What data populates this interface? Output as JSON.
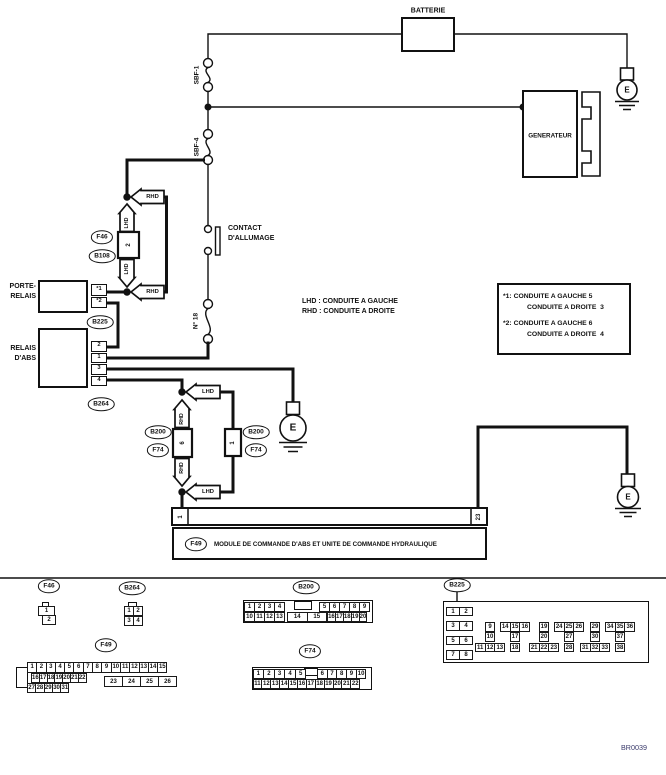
{
  "diagram": {
    "battery_label": "BATTERIE",
    "generator_label": "GENERATEUR",
    "contact_label_1": "CONTACT",
    "contact_label_2": "D'ALLUMAGE",
    "sbf1": "SBF-1",
    "sbf4": "SBF-4",
    "n18": "N° 18",
    "legend_line1": "LHD : CONDUITE A GAUCHE",
    "legend_line2": "RHD : CONDUITE A DROITE",
    "note_line1": "*1: CONDUITE A GAUCHE 5",
    "note_line2": "CONDUITE A DROITE  3",
    "note_line3": "*2: CONDUITE A GAUCHE 6",
    "note_line4": "CONDUITE A DROITE  4",
    "porte_relais_1": "PORTE-",
    "porte_relais_2": "RELAIS",
    "relais_abs_1": "RELAIS",
    "relais_abs_2": "D'ABS",
    "porte_terminals": [
      "*1",
      "*2"
    ],
    "relay_terminals": [
      "2",
      "1",
      "3",
      "4"
    ],
    "fuse2": "2",
    "fuse6": "6",
    "fuse1": "1",
    "module_pin_left": "1",
    "module_pin_right": "23",
    "module_label": "MODULE DE COMMANDE D'ABS ET UNITE DE COMMANDE HYDRAULIQUE",
    "arrows": {
      "rhd": "RHD",
      "lhd": "LHD"
    },
    "ovals": {
      "f46": "F46",
      "b108": "B108",
      "b225": "B225",
      "b264": "B264",
      "b200": "B200",
      "f74": "F74",
      "f49": "F49"
    },
    "ground_e": "E",
    "code": "BR0039",
    "code_color": "#3a3a6b"
  },
  "connectors": {
    "f46": {
      "label": "F46",
      "row1": [
        "1"
      ],
      "row2": [
        "2"
      ]
    },
    "b264": {
      "label": "B264",
      "row1": [
        "1",
        "2"
      ],
      "row2": [
        "3",
        "4"
      ]
    },
    "b200": {
      "label": "B200",
      "top_left": [
        "1",
        "2",
        "3",
        "4"
      ],
      "top_right": [
        "5",
        "6",
        "7",
        "8",
        "9"
      ],
      "bottom_left": [
        "10",
        "11",
        "12",
        "13"
      ],
      "bottom_mid": [
        "14",
        "15"
      ],
      "bottom_right": [
        "16",
        "17",
        "18",
        "19",
        "20"
      ]
    },
    "b225": {
      "label": "B225",
      "pairs": [
        [
          "1",
          "2"
        ],
        [
          "3",
          "4"
        ],
        [
          "5",
          "6"
        ],
        [
          "7",
          "8"
        ]
      ],
      "groups": [
        {
          "top": [
            "9"
          ],
          "mid": [
            "10"
          ],
          "bot": [
            "11",
            "12",
            "13"
          ]
        },
        {
          "top": [
            "14",
            "15",
            "16"
          ],
          "mid": [
            "17"
          ],
          "bot": [
            "18"
          ]
        },
        {
          "top": [
            "19"
          ],
          "mid": [
            "20"
          ],
          "bot": [
            "21",
            "22",
            "23"
          ]
        },
        {
          "top": [
            "24",
            "25",
            "26"
          ],
          "mid": [
            "27"
          ],
          "bot": [
            "28"
          ]
        },
        {
          "top": [
            "29"
          ],
          "mid": [
            "30"
          ],
          "bot": [
            "31",
            "32",
            "33"
          ]
        },
        {
          "top": [
            "34",
            "35",
            "36"
          ],
          "mid": [
            "37"
          ],
          "bot": [
            "38"
          ]
        }
      ]
    },
    "f49": {
      "label": "F49",
      "row1": [
        "1",
        "2",
        "3",
        "4",
        "5",
        "6",
        "7",
        "8",
        "9",
        "10",
        "11",
        "12",
        "13",
        "14",
        "15"
      ],
      "row2": [
        "16",
        "17",
        "18",
        "19",
        "20",
        "21",
        "22"
      ],
      "wide": [
        "23",
        "24",
        "25",
        "26"
      ],
      "row3": [
        "27",
        "28",
        "29",
        "30",
        "31"
      ]
    },
    "f74": {
      "label": "F74",
      "top_left": [
        "1",
        "2",
        "3",
        "4",
        "5"
      ],
      "top_right": [
        "6",
        "7",
        "8",
        "9",
        "10"
      ],
      "bottom": [
        "11",
        "12",
        "13",
        "14",
        "15",
        "16",
        "17",
        "18",
        "19",
        "20",
        "21",
        "22"
      ]
    }
  }
}
